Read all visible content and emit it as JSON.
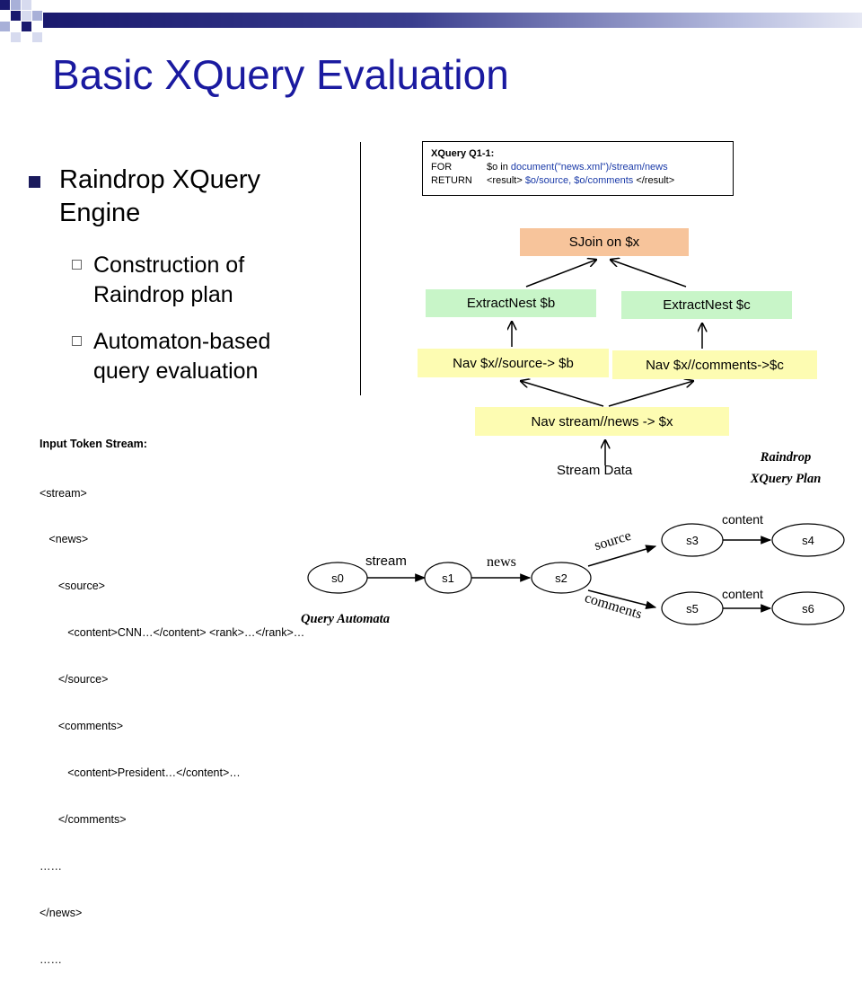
{
  "title": "Basic XQuery Evaluation",
  "bullets": {
    "main_line1": "Raindrop XQuery",
    "main_line2": "Engine",
    "sub1_line1": "Construction of",
    "sub1_line2": "Raindrop plan",
    "sub2_line1": "Automaton-based",
    "sub2_line2": "query evaluation"
  },
  "query": {
    "header": "XQuery Q1-1:",
    "for_kw": "FOR",
    "for_var": "$o in",
    "for_expr": "document(\"news.xml\")/stream/news",
    "ret_kw": "RETURN",
    "ret_open": "<result>",
    "ret_expr": "$o/source, $o/comments",
    "ret_close": "</result>"
  },
  "plan": {
    "sjoin": "SJoin on $x",
    "extract_b": "ExtractNest $b",
    "extract_c": "ExtractNest $c",
    "nav_source": "Nav $x//source-> $b",
    "nav_comments": "Nav $x//comments->$c",
    "nav_news": "Nav stream//news -> $x",
    "stream_data": "Stream Data",
    "caption_line1": "Raindrop",
    "caption_line2": "XQuery Plan"
  },
  "input_stream": {
    "header": "Input Token Stream:",
    "lines": [
      "<stream>",
      "   <news>",
      "      <source>",
      "         <content>CNN…</content> <rank>…</rank>…",
      "      </source>",
      "      <comments>",
      "         <content>President…</content>…",
      "      </comments>",
      "……",
      "</news>",
      "……"
    ]
  },
  "automaton": {
    "states": [
      "s0",
      "s1",
      "s2",
      "s3",
      "s4",
      "s5",
      "s6"
    ],
    "edge_stream": "stream",
    "edge_news": "news",
    "edge_source": "source",
    "edge_comments": "comments",
    "edge_content_top": "content",
    "edge_content_bottom": "content",
    "caption": "Query Automata"
  },
  "colors": {
    "title": "#1a1aa0",
    "extract_green": "#c8f5c8",
    "nav_yellow": "#fdfcb2",
    "sjoin_orange": "#f7c49b",
    "query_blue": "#1a3aa8"
  }
}
